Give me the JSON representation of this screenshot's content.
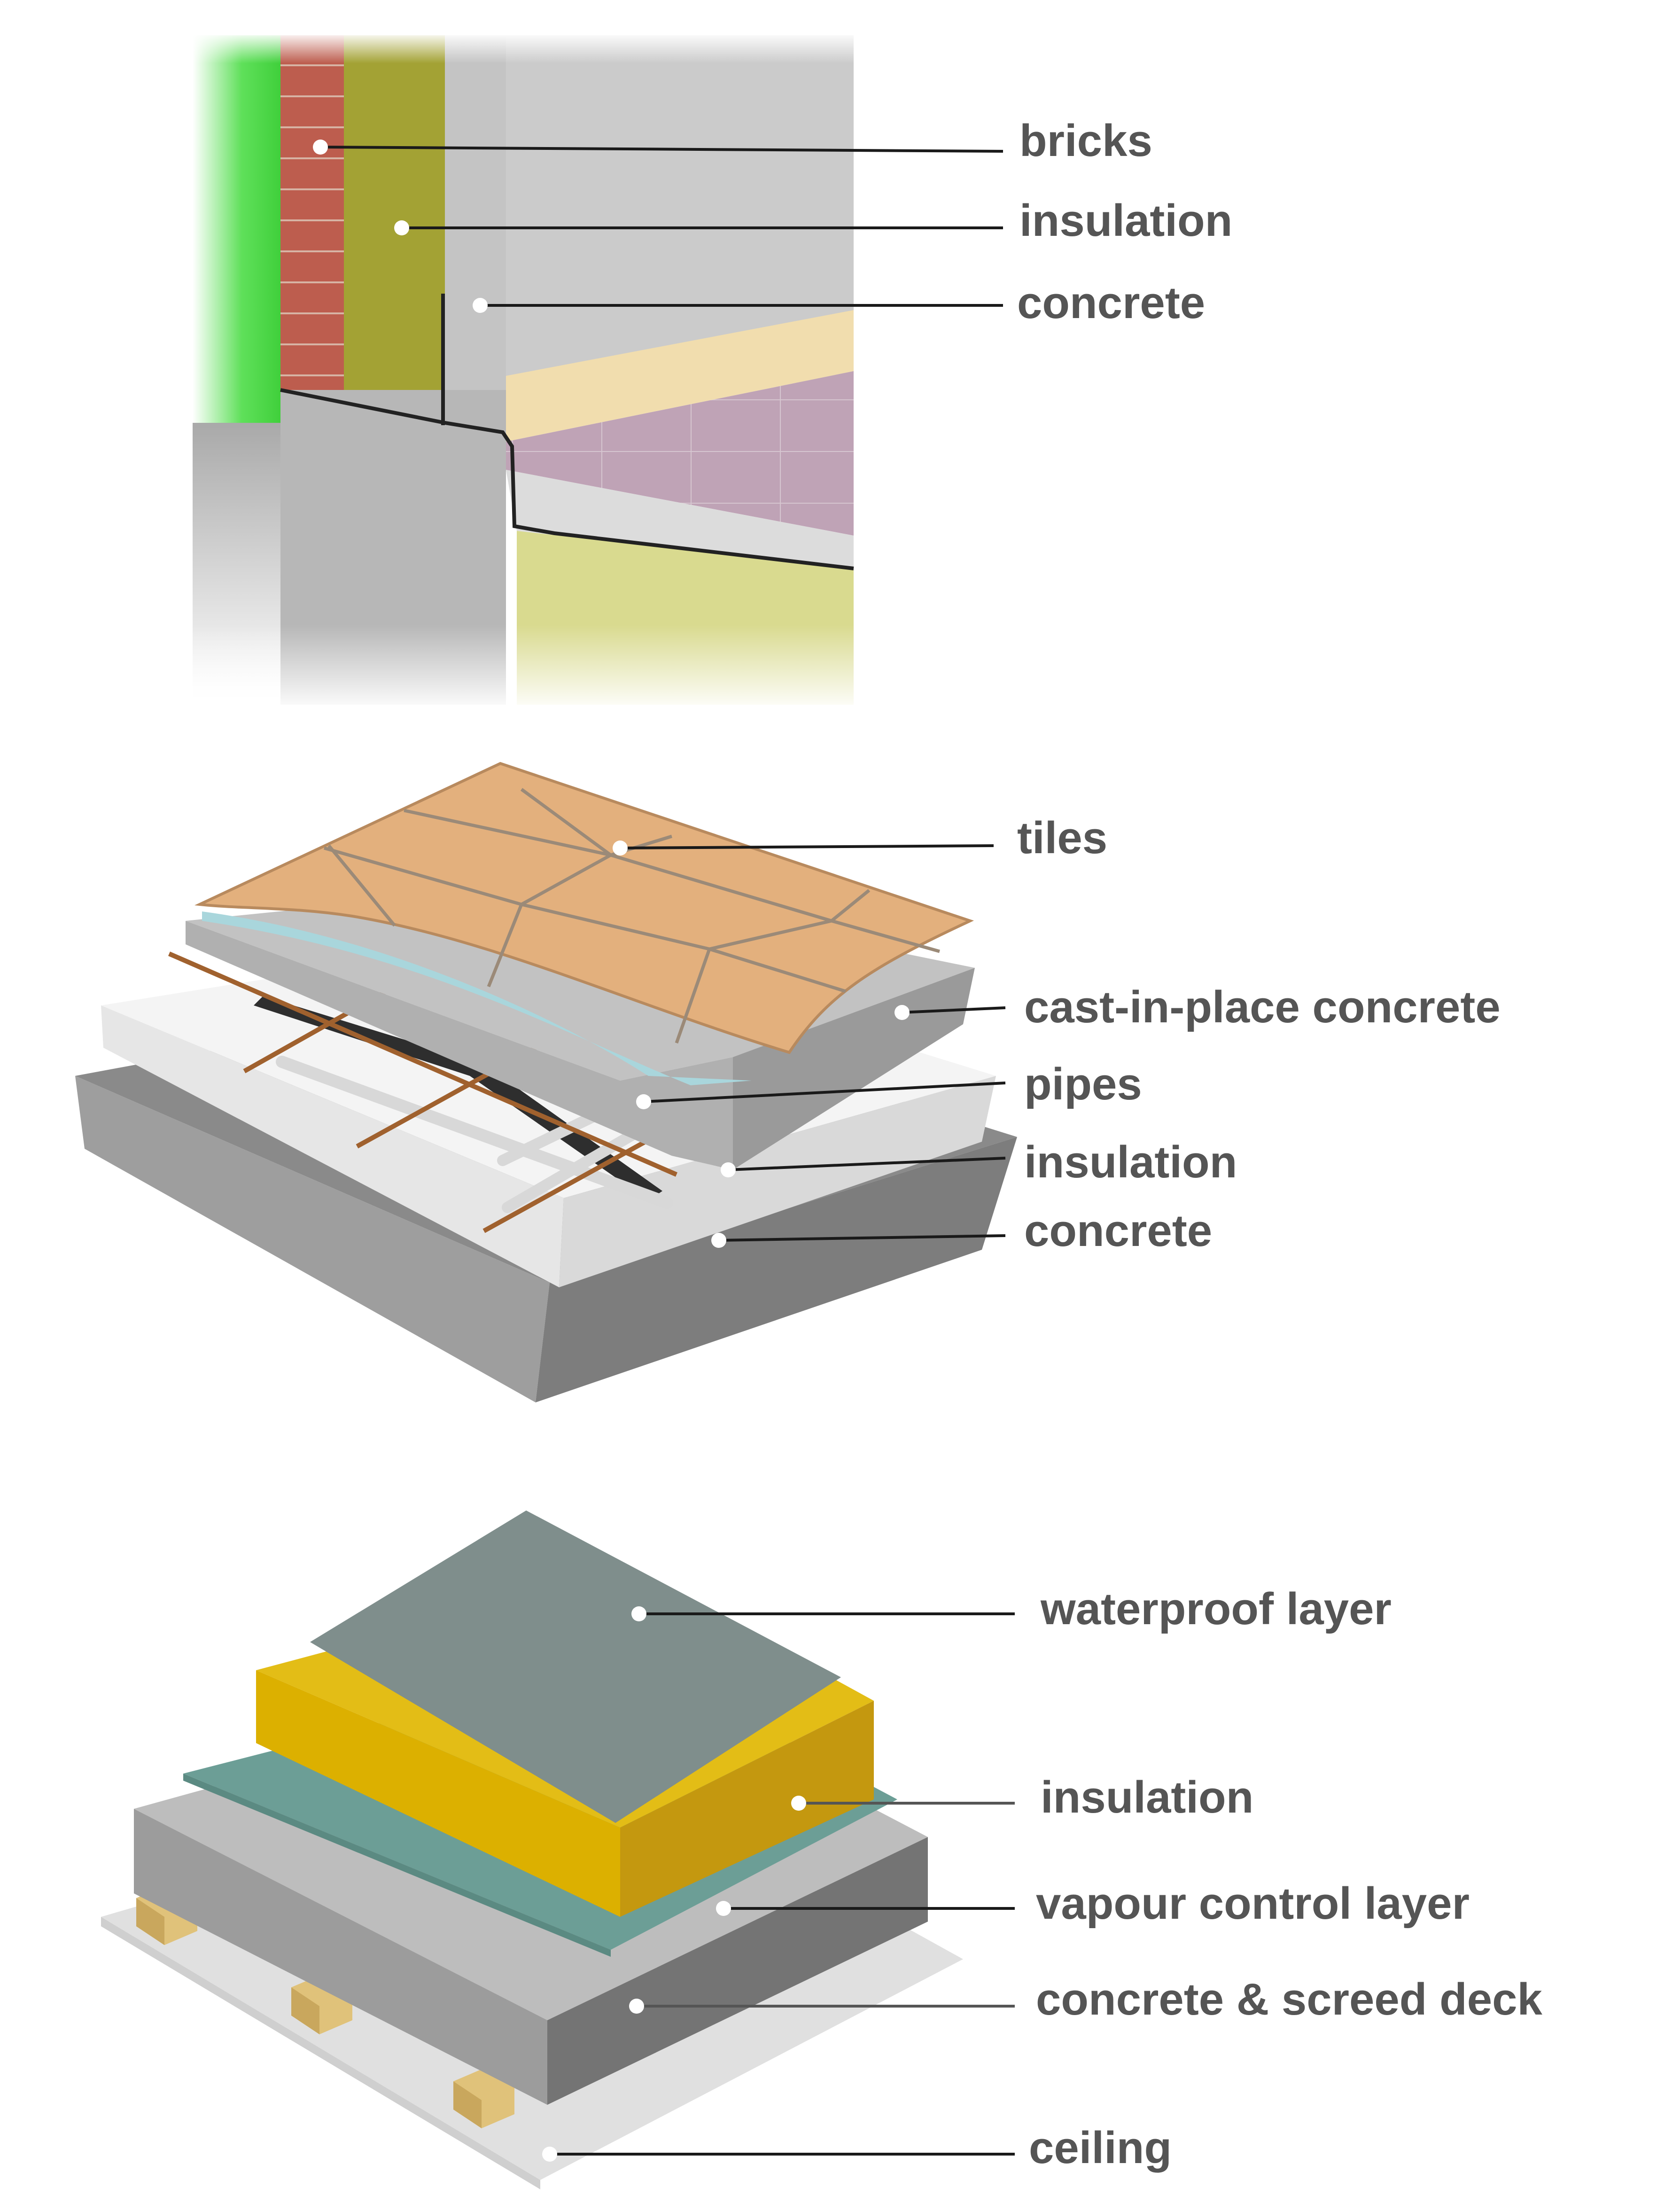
{
  "wall_section": {
    "labels": {
      "bricks": "bricks",
      "insulation": "insulation",
      "concrete": "concrete"
    }
  },
  "floor_section": {
    "labels": {
      "tiles": "tiles",
      "cast_concrete": "cast-in-place concrete",
      "pipes": "pipes",
      "insulation": "insulation",
      "concrete": "concrete"
    }
  },
  "roof_section": {
    "labels": {
      "waterproof": "waterproof layer",
      "insulation": "insulation",
      "vapour": "vapour control layer",
      "deck": "concrete & screed deck",
      "ceiling": "ceiling"
    }
  },
  "colors": {
    "label_text": "#555555",
    "brick": "#b5564a",
    "wall_insulation": "#9a9a2e",
    "concrete": "#b8b8b8",
    "tiles": "#e2b07e",
    "pipe_insulation": "#f2f2f2",
    "roof_membrane": "#7f8e8c",
    "roof_insulation": "#e3bd16",
    "vapour_layer": "#6c9e96",
    "timber": "#e0c27a"
  }
}
